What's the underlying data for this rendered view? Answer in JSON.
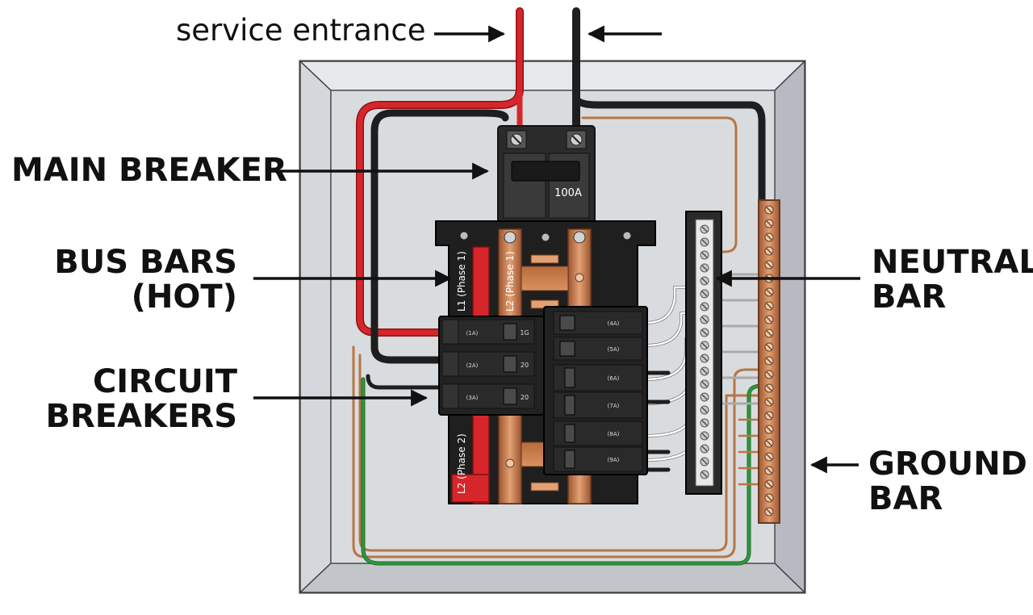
{
  "labels": {
    "service_entrance": "service entrance",
    "main_breaker": "MAIN BREAKER",
    "bus_bars": [
      "BUS BARS",
      "(HOT)"
    ],
    "circuit_breakers": [
      "CIRCUIT",
      "BREAKERS"
    ],
    "neutral_bar": [
      "NEUTRAL",
      "BAR"
    ],
    "ground_bar": [
      "GROUND",
      "BAR"
    ]
  },
  "main_breaker_rating": "100A",
  "bus_labels": {
    "l1": "L1 (Phase 1)",
    "l2": "L2 (Phase 1)",
    "l2_lower": "L2 (Phase 2)"
  },
  "left_breakers": [
    "(1A)",
    "(2A)",
    "(3A)"
  ],
  "left_breaker_amps": [
    "1G",
    "20",
    "20"
  ],
  "right_breakers": [
    "(4A)",
    "(5A)",
    "(6A)",
    "(7A)",
    "(8A)",
    "(9A)"
  ],
  "colors": {
    "hot_l1": "#d6262b",
    "hot_l2": "#1e1e1e",
    "neutral": "#ffffff",
    "ground": "#2e9a3c",
    "bus_copper": "#c97a4a",
    "enclosure": "#dcdee2"
  }
}
